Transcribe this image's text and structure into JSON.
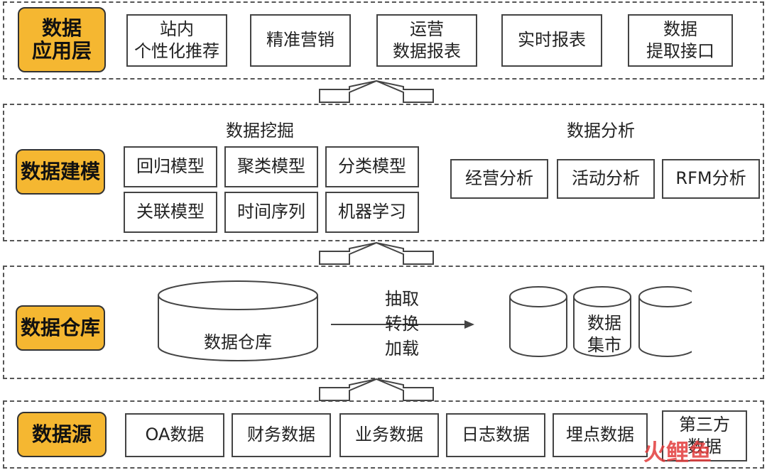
{
  "layers": {
    "app": {
      "tag": "数据\n应用层",
      "items": [
        "站内\n个性化推荐",
        "精准营销",
        "运营\n数据报表",
        "实时报表",
        "数据\n提取接口"
      ]
    },
    "model": {
      "tag": "数据建模",
      "mining_title": "数据挖掘",
      "analysis_title": "数据分析",
      "mining_items": [
        "回归模型",
        "聚类模型",
        "分类模型",
        "关联模型",
        "时间序列",
        "机器学习"
      ],
      "analysis_items": [
        "经营分析",
        "活动分析",
        "RFM分析"
      ]
    },
    "warehouse": {
      "tag": "数据仓库",
      "cylinder_label": "数据仓库",
      "etl": "抽取\n转换\n加载",
      "mart_label": "数据\n集市"
    },
    "source": {
      "tag": "数据源",
      "items": [
        "OA数据",
        "财务数据",
        "业务数据",
        "日志数据",
        "埋点数据",
        "第三方\n数据"
      ]
    }
  },
  "watermark": {
    "text": "火鲤鱼",
    "color_fire": "#e23b3b",
    "color_fish": "#c9a0d6"
  },
  "colors": {
    "tag_fill": "#f5b731",
    "border": "#444444"
  }
}
